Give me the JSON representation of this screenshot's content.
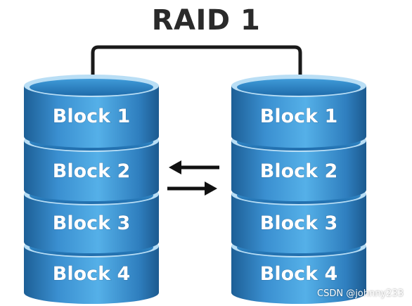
{
  "title": "RAID 1",
  "disks": [
    {
      "blocks": [
        "Block 1",
        "Block 2",
        "Block 3",
        "Block 4"
      ]
    },
    {
      "blocks": [
        "Block 1",
        "Block 2",
        "Block 3",
        "Block 4"
      ]
    }
  ],
  "colors": {
    "disk_side_dark": "#1f6ca8",
    "disk_side_light": "#4aa7e0",
    "disk_top": "#2d86c8",
    "disk_rim": "#b9def5",
    "connector": "#1a1a1a"
  },
  "watermark": "CSDN @johnny233"
}
